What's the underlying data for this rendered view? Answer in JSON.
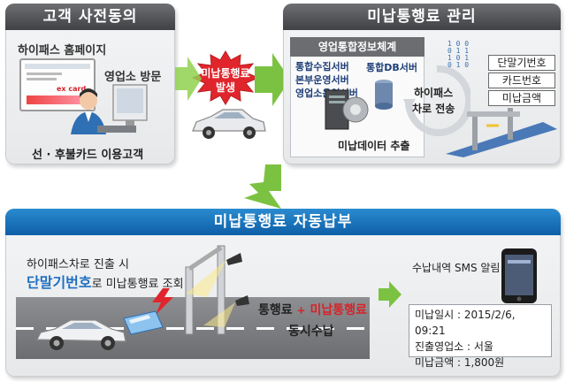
{
  "panel_consent": {
    "title": "고객 사전동의",
    "homepage_label": "하이패스 홈페이지",
    "office_visit_label": "영업소 방문",
    "customer_label": "선 · 후불카드 이용고객",
    "screen_logo": "ex card"
  },
  "burst": {
    "line1": "미납통행료",
    "line2": "발생"
  },
  "panel_manage": {
    "title": "미납통행료 관리",
    "system_title": "영업통합정보체계",
    "servers": [
      "통합수집서버",
      "본부운영서버",
      "영업소운영서버"
    ],
    "db_server": "통합DB서버",
    "extract_label": "미납데이터 추출",
    "lane_transfer_line1": "하이패스",
    "lane_transfer_line2": "차로 전송",
    "tags": [
      "단말기번호",
      "카드번호",
      "미납금액"
    ]
  },
  "panel_auto": {
    "title": "미납통행료 자동납부",
    "exit_text": "하이패스차로 진출 시",
    "terminal_highlight": "단말기번호",
    "terminal_rest": "로 미납통행료 조회",
    "toll_label": "통행료",
    "plus_sign": "+",
    "unpaid_label": "미납통행료",
    "simultaneous_label": "동시수납",
    "sms_label": "수납내역 SMS 알림",
    "details": [
      "미납일시 : 2015/2/6, 09:21",
      "진출영업소 : 서울",
      "미납금액 : 1,800원"
    ]
  },
  "colors": {
    "title_gray": "#4a4c4f",
    "title_blue": "#0e6cb5",
    "arrow_green": "#7cc242",
    "highlight_red": "#d6232a",
    "highlight_blue": "#1f6fc0",
    "burst_red": "#e0262c"
  }
}
